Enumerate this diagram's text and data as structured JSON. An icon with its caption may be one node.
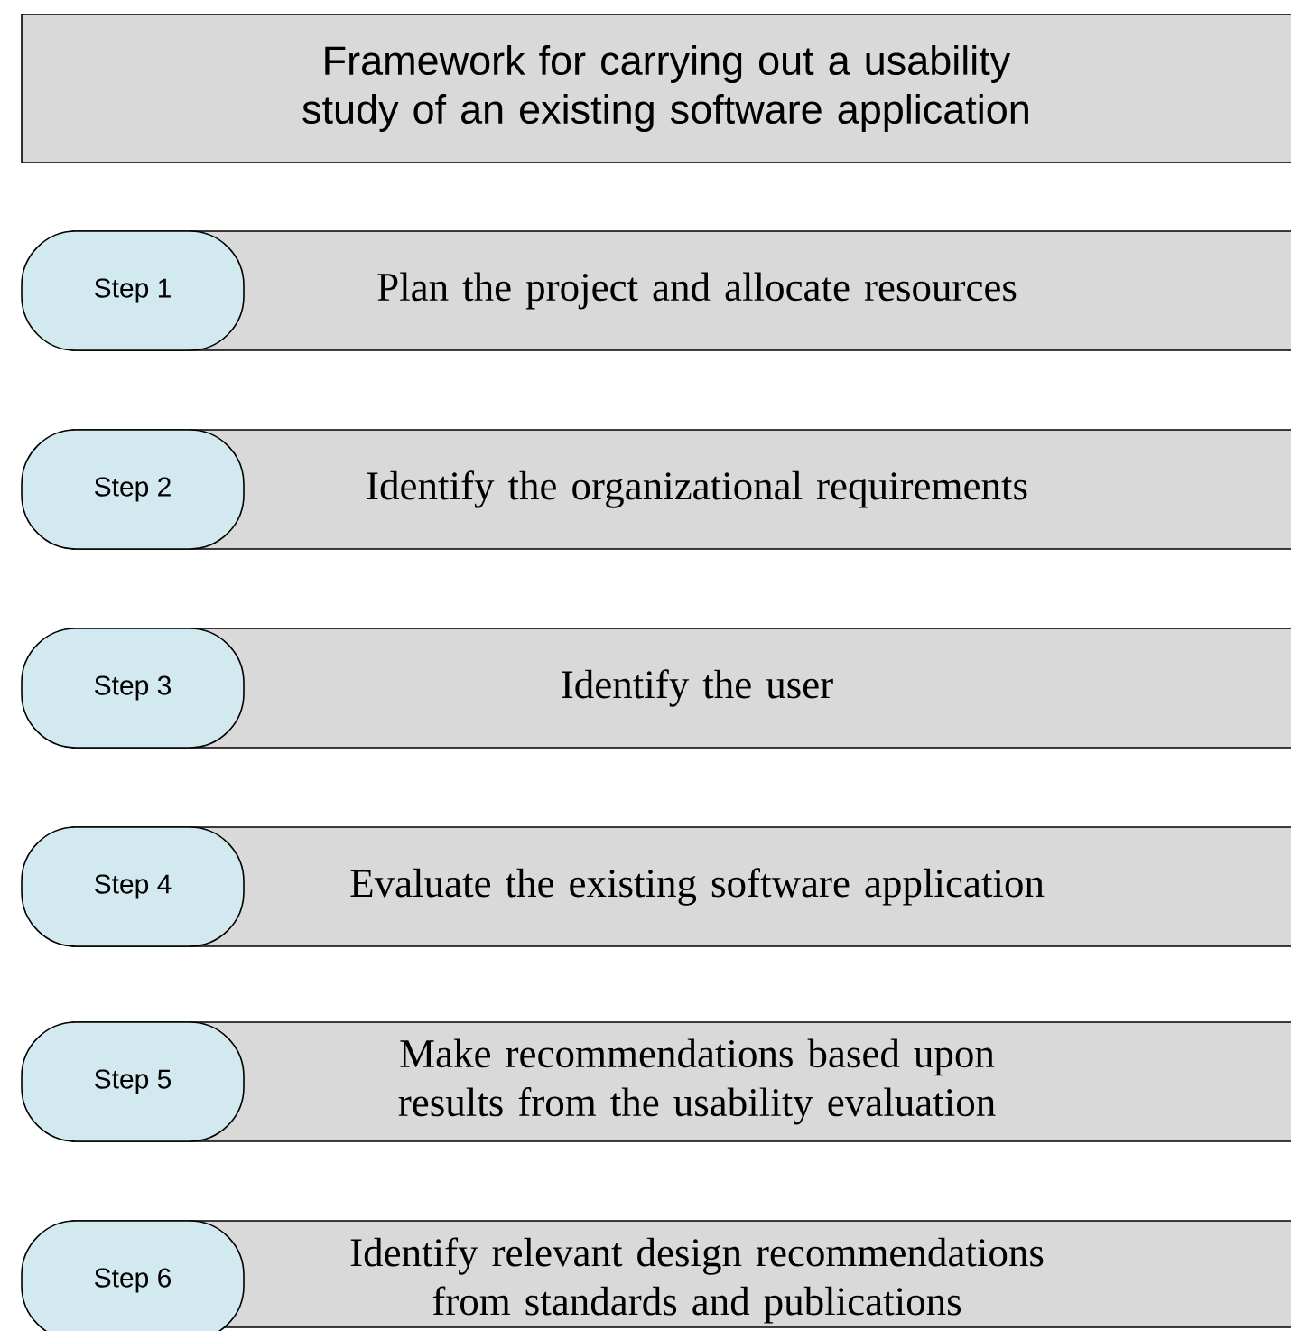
{
  "diagram": {
    "nodes": [
      {
        "text": [
          "Framework for carrying out a usability study of an existing software application"
        ]
      },
      {
        "text": [
          "Plan the project and allocate resources"
        ]
      },
      {
        "text": [
          "Step 1"
        ]
      },
      {
        "text": [
          "Identify the organizational requirements"
        ]
      },
      {
        "text": [
          "Step 2"
        ]
      },
      {
        "text": [
          "Identify the user"
        ]
      },
      {
        "text": [
          "Step 3"
        ]
      },
      {
        "text": [
          "Evaluate the existing software application"
        ]
      },
      {
        "text": [
          "Step 4"
        ]
      },
      {
        "text": [
          "Make recommendations based upon results from the usability evaluation"
        ]
      },
      {
        "text": [
          "Step 5"
        ]
      },
      {
        "text": [
          "Identify relevant design recommendations from standards and publications"
        ]
      },
      {
        "text": [
          "Step 6"
        ]
      }
    ]
  }
}
